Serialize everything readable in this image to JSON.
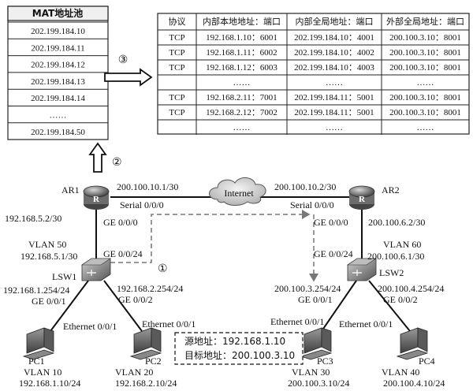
{
  "nat_pool": {
    "title": "MAT地址池",
    "addresses": [
      "202.199.184.10",
      "202.199.184.11",
      "202.199.184.12",
      "202.199.184.13",
      "202.199.184.14",
      "……",
      "202.199.184.50"
    ]
  },
  "nat_table": {
    "headers": [
      "协议",
      "内部本地地址：端口",
      "内部全局地址：端口",
      "外部全局地址：端口"
    ],
    "rows": [
      [
        "TCP",
        "192.168.1.10：6001",
        "202.199.184.10：4001",
        "200.100.3.10：8001"
      ],
      [
        "TCP",
        "192.168.1.11：6002",
        "202.199.184.10：4002",
        "200.100.3.10：8001"
      ],
      [
        "TCP",
        "192.168.1.12：6003",
        "202.199.184.10：4003",
        "200.100.3.10：8001"
      ],
      [
        "",
        "……",
        "……",
        "……"
      ],
      [
        "TCP",
        "192.168.2.11：7001",
        "202.199.184.11：5001",
        "200.100.3.10：8001"
      ],
      [
        "TCP",
        "192.168.2.12：7002",
        "202.199.184.11：5001",
        "200.100.3.10：8001"
      ],
      [
        "",
        "……",
        "……",
        "……"
      ]
    ]
  },
  "steps": {
    "s1": "①",
    "s2": "②",
    "s3": "③"
  },
  "devices": {
    "ar1": "AR1",
    "ar2": "AR2",
    "lsw1": "LSW1",
    "lsw2": "LSW2",
    "internet": "Internet",
    "pc1": "PC1",
    "pc2": "PC2",
    "pc3": "PC3",
    "pc4": "PC4"
  },
  "labels": {
    "ar1_serial_ip": "200.100.10.1/30",
    "ar1_serial_if": "Serial 0/0/0",
    "ar2_serial_ip": "200.100.10.2/30",
    "ar2_serial_if": "Serial 0/0/0",
    "ar1_ge_ip": "192.168.5.2/30",
    "ar1_ge_if": "GE 0/0/0",
    "ar2_ge_ip": "200.100.6.2/30",
    "ar2_ge_if": "GE 0/0/0",
    "lsw1_up_if": "GE 0/0/24",
    "lsw2_up_if": "GE 0/0/24",
    "vlan50": "VLAN 50",
    "vlan50_ip": "192.168.5.1/30",
    "vlan60": "VLAN 60",
    "vlan60_ip": "200.100.6.1/30",
    "lsw1_left_ip": "192.168.1.254/24",
    "lsw1_left_if": "GE 0/0/1",
    "lsw1_right_ip": "192.168.2.254/24",
    "lsw1_right_if": "GE 0/0/2",
    "lsw2_left_ip": "200.100.3.254/24",
    "lsw2_left_if": "GE 0/0/1",
    "lsw2_right_ip": "200.100.4.254/24",
    "lsw2_right_if": "GE 0/0/2",
    "eth_pc1": "Ethernet 0/0/1",
    "eth_pc2": "Ethernet 0/0/1",
    "eth_pc3": "Ethernet 0/0/1",
    "eth_pc4": "Ethernet 0/0/1",
    "pc1_vlan": "VLAN 10",
    "pc1_ip": "192.168.1.10/24",
    "pc2_vlan": "VLAN 20",
    "pc2_ip": "192.168.2.10/24",
    "pc3_vlan": "VLAN 30",
    "pc3_ip": "200.100.3.10/24",
    "pc4_vlan": "VLAN 40",
    "pc4_ip": "200.100.4.10/24"
  },
  "packet_box": {
    "src": "源地址：192.168.1.10",
    "dst": "目标地址：200.100.3.10"
  }
}
